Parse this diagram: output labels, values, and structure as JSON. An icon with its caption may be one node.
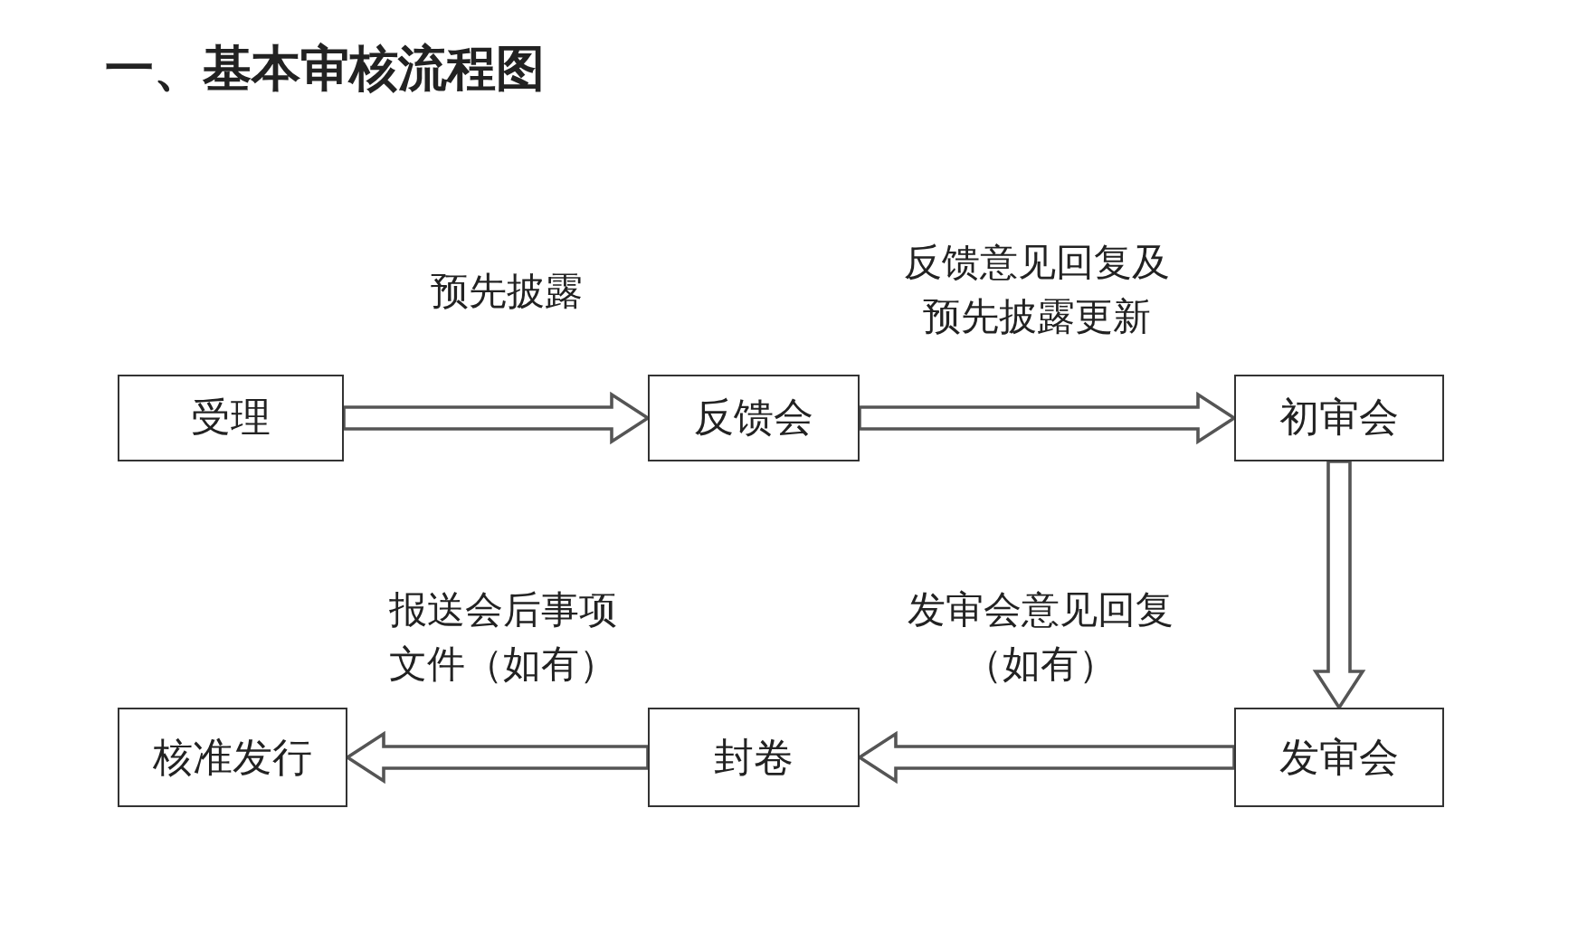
{
  "diagram": {
    "title": "一、基本审核流程图",
    "nodes": [
      {
        "text": [
          "受理"
        ]
      },
      {
        "text": [
          "反馈会"
        ]
      },
      {
        "text": [
          "初审会"
        ]
      },
      {
        "text": [
          "发审会"
        ]
      },
      {
        "text": [
          "封卷"
        ]
      },
      {
        "text": [
          "核准发行"
        ]
      }
    ],
    "edges": [
      {
        "from": 0,
        "to": 1,
        "arrow": "to",
        "label": "预先披露"
      },
      {
        "from": 1,
        "to": 2,
        "arrow": "to",
        "label": "反馈意见回复及预先披露更新"
      },
      {
        "from": 2,
        "to": 3,
        "arrow": "to"
      },
      {
        "from": 3,
        "to": 4,
        "arrow": "to",
        "label": "发审会意见回复（如有）"
      },
      {
        "from": 4,
        "to": 5,
        "arrow": "to",
        "label": "报送会后事项文件（如有）"
      }
    ]
  }
}
